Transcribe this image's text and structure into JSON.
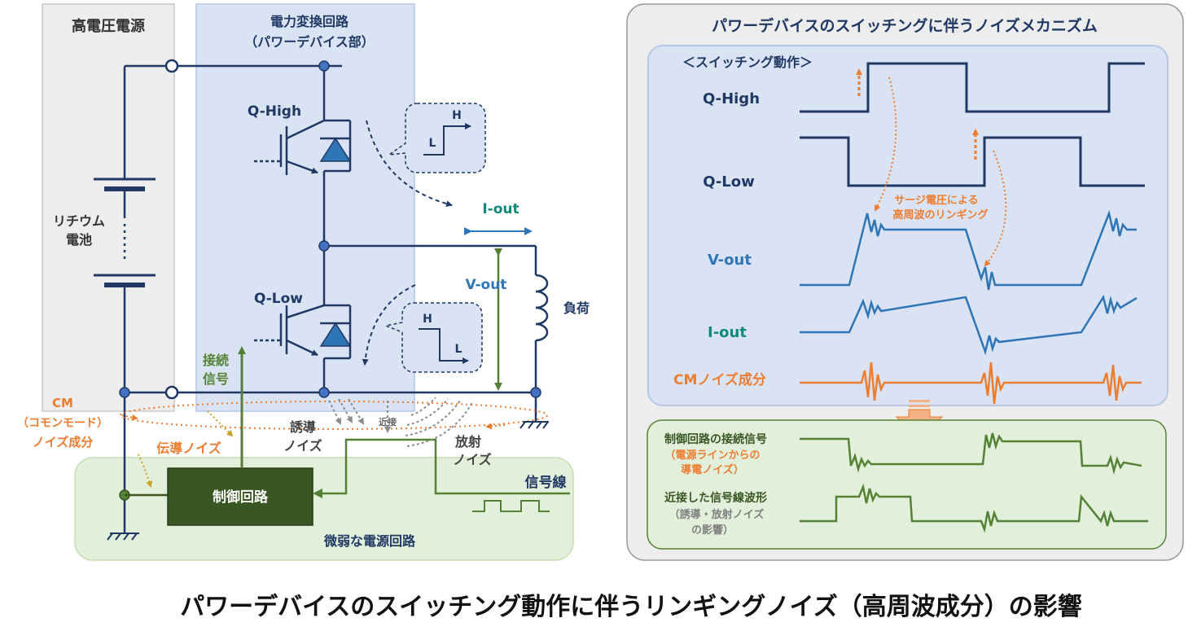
{
  "caption": "パワーデバイスのスイッチング動作に伴うリンギングノイズ（高周波成分）の影響",
  "left": {
    "hv_supply_title": "高電圧電源",
    "converter_title_1": "電力変換回路",
    "converter_title_2": "（パワーデバイス部）",
    "battery_label_1": "リチウム",
    "battery_label_2": "電池",
    "q_high": "Q-High",
    "q_low": "Q-Low",
    "bubble_high_h": "H",
    "bubble_high_l": "L",
    "bubble_low_h": "H",
    "bubble_low_l": "L",
    "i_out": "I-out",
    "v_out": "V-out",
    "load": "負荷",
    "connect_signal_1": "接続",
    "connect_signal_2": "信号",
    "cm_label_1": "CM",
    "cm_label_2": "（コモンモード）",
    "cm_label_3": "ノイズ成分",
    "conducted_noise": "伝導ノイズ",
    "induced_noise_1": "誘導",
    "induced_noise_2": "ノイズ",
    "proximity": "近接",
    "radiated_noise_1": "放射",
    "radiated_noise_2": "ノイズ",
    "control_circuit": "制御回路",
    "signal_line": "信号線",
    "weak_supply": "微弱な電源回路"
  },
  "right": {
    "title": "パワーデバイスのスイッチングに伴うノイズメカニズム",
    "switching_label": "＜スイッチング動作＞",
    "q_high": "Q-High",
    "q_low": "Q-Low",
    "surge_note_1": "サージ電圧による",
    "surge_note_2": "高周波のリンギング",
    "v_out": "V-out",
    "i_out": "I-out",
    "cm_noise": "CMノイズ成分",
    "ctrl_signal_1": "制御回路の接続信号",
    "ctrl_signal_2": "（電源ラインからの",
    "ctrl_signal_3": "導電ノイズ）",
    "near_signal_1": "近接した信号線波形",
    "near_signal_2": "（誘導・放射ノイズ",
    "near_signal_3": "の影響）"
  }
}
